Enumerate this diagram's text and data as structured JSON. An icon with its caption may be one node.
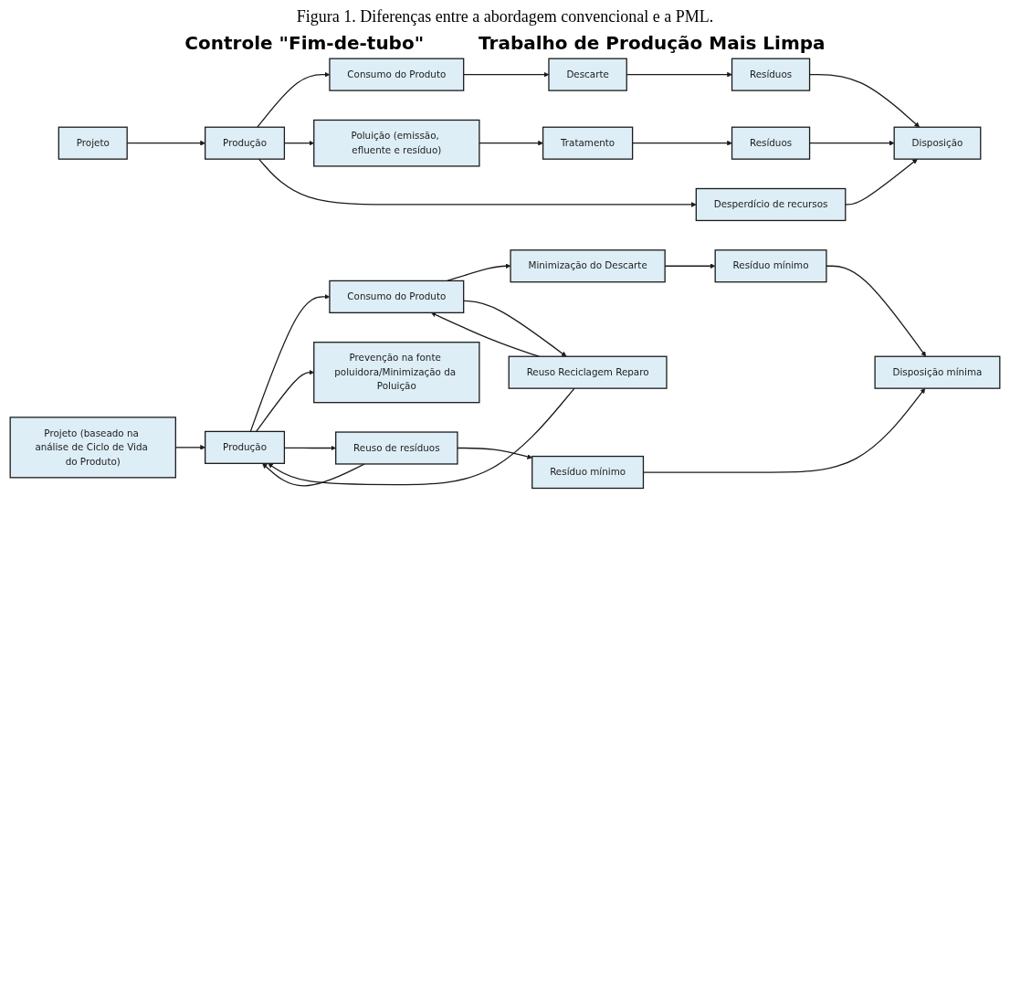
{
  "diagram": {
    "title": "Figura 1. Diferenças entre a abordagem convencional e a PML.",
    "nodes": [
      {
        "text": [
          "Projeto"
        ]
      },
      {
        "text": [
          "Produção"
        ]
      },
      {
        "text": [
          "Consumo do Produto"
        ]
      },
      {
        "text": [
          "Descarte"
        ]
      },
      {
        "text": [
          "Resíduos"
        ]
      },
      {
        "text": [
          "Poluição (emissão, efluente e resíduo)"
        ]
      },
      {
        "text": [
          "Desperdício de recursos"
        ]
      },
      {
        "text": [
          "Tratamento"
        ]
      },
      {
        "text": [
          "Resíduos"
        ]
      },
      {
        "text": [
          "Disposição"
        ]
      },
      {
        "text": [
          "Projeto (baseado na análise de Ciclo de Vida do Produto)"
        ]
      },
      {
        "text": [
          "Produção"
        ]
      },
      {
        "text": [
          "Consumo do Produto"
        ]
      },
      {
        "text": [
          "Minimização do Descarte"
        ]
      },
      {
        "text": [
          "Resíduo mínimo"
        ]
      },
      {
        "text": [
          "Prevenção na fonte poluidora/Minimização da Poluição"
        ]
      },
      {
        "text": [
          "Reuso de resíduos"
        ]
      },
      {
        "text": [
          "Reuso Reciclagem Reparo"
        ]
      },
      {
        "text": [
          "Resíduo mínimo"
        ]
      },
      {
        "text": [
          "Disposição mínima"
        ]
      }
    ],
    "edges": [
      {
        "from": 0,
        "to": 1,
        "arrow": "to"
      },
      {
        "from": 1,
        "to": 2,
        "arrow": "to"
      },
      {
        "from": 2,
        "to": 3,
        "arrow": "to"
      },
      {
        "from": 3,
        "to": 4,
        "arrow": "to"
      },
      {
        "from": 1,
        "to": 5,
        "arrow": "to"
      },
      {
        "from": 1,
        "to": 6,
        "arrow": "to"
      },
      {
        "from": 4,
        "to": 9,
        "arrow": "to"
      },
      {
        "from": 6,
        "to": 9,
        "arrow": "to"
      },
      {
        "from": 5,
        "to": 7,
        "arrow": "to"
      },
      {
        "from": 7,
        "to": 8,
        "arrow": "to"
      },
      {
        "from": 8,
        "to": 9,
        "arrow": "to"
      },
      {
        "from": 10,
        "to": 11,
        "arrow": "to"
      },
      {
        "from": 11,
        "to": 12,
        "arrow": "to"
      },
      {
        "from": 12,
        "to": 13,
        "arrow": "to"
      },
      {
        "from": 13,
        "to": 14,
        "arrow": "to"
      },
      {
        "from": 11,
        "to": 15,
        "arrow": "to"
      },
      {
        "from": 16,
        "to": 11,
        "arrow": "to"
      },
      {
        "from": 11,
        "to": 16,
        "arrow": "to"
      },
      {
        "from": 17,
        "to": 11,
        "arrow": "to"
      },
      {
        "from": 17,
        "to": 12,
        "arrow": "to"
      },
      {
        "from": 12,
        "to": 17,
        "arrow": "to"
      },
      {
        "from": 16,
        "to": 18,
        "arrow": "to"
      },
      {
        "from": 14,
        "to": 19,
        "arrow": "to"
      },
      {
        "from": 18,
        "to": 19,
        "arrow": "to"
      }
    ],
    "labels": [
      "Controle \"Fim-de-tubo\"",
      "Trabalho de Produção Mais Limpa"
    ]
  }
}
